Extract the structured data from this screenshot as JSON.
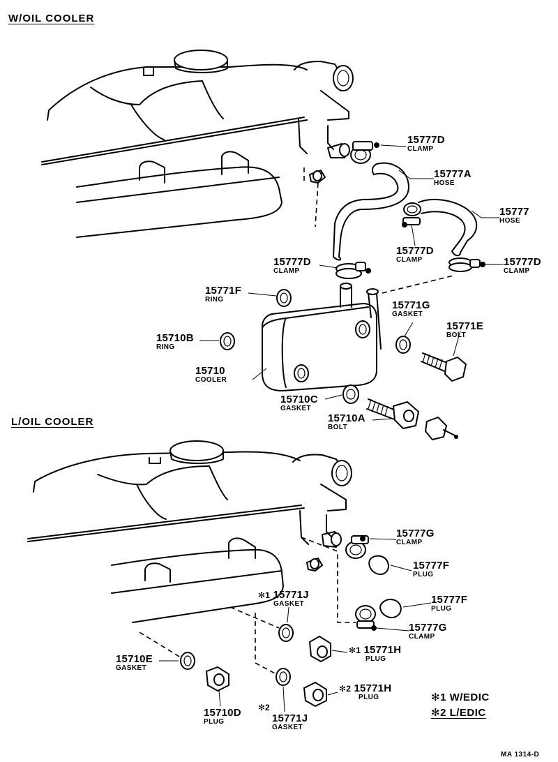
{
  "sections": {
    "top": "W/OIL  COOLER",
    "bottom": "L/OIL  COOLER"
  },
  "callouts": {
    "p15777D_a": {
      "number": "15777D",
      "desc": "CLAMP"
    },
    "p15777A": {
      "number": "15777A",
      "desc": "HOSE"
    },
    "p15777": {
      "number": "15777",
      "desc": "HOSE"
    },
    "p15777D_b": {
      "number": "15777D",
      "desc": "CLAMP"
    },
    "p15777D_c": {
      "number": "15777D",
      "desc": "CLAMP"
    },
    "p15777D_d": {
      "number": "15777D",
      "desc": "CLAMP"
    },
    "p15771F": {
      "number": "15771F",
      "desc": "RING"
    },
    "p15771G": {
      "number": "15771G",
      "desc": "GASKET"
    },
    "p15771E": {
      "number": "15771E",
      "desc": "BOLT"
    },
    "p15710B": {
      "number": "15710B",
      "desc": "RING"
    },
    "p15710": {
      "number": "15710",
      "desc": "COOLER"
    },
    "p15710C": {
      "number": "15710C",
      "desc": "GASKET"
    },
    "p15710A": {
      "number": "15710A",
      "desc": "BOLT"
    },
    "p15777G_a": {
      "number": "15777G",
      "desc": "CLAMP"
    },
    "p15777F_a": {
      "number": "15777F",
      "desc": "PLUG"
    },
    "p15777F_b": {
      "number": "15777F",
      "desc": "PLUG"
    },
    "p15777G_b": {
      "number": "15777G",
      "desc": "CLAMP"
    },
    "p15771J_a": {
      "number": "15771J",
      "desc": "GASKET",
      "mark": "✻1"
    },
    "p15771H_a": {
      "number": "15771H",
      "desc": "PLUG",
      "mark": "✻1"
    },
    "p15710E": {
      "number": "15710E",
      "desc": "GASKET"
    },
    "p15771H_b": {
      "number": "15771H",
      "desc": "PLUG",
      "mark": "✻2"
    },
    "p15710D": {
      "number": "15710D",
      "desc": "PLUG"
    },
    "p15771J_b": {
      "number": "15771J",
      "desc": "GASKET",
      "mark": "✻2"
    }
  },
  "legend": {
    "note1": "✻1 W/EDIC",
    "note2": "✻2 L/EDIC"
  },
  "figure_ref": "MA 1314-D"
}
